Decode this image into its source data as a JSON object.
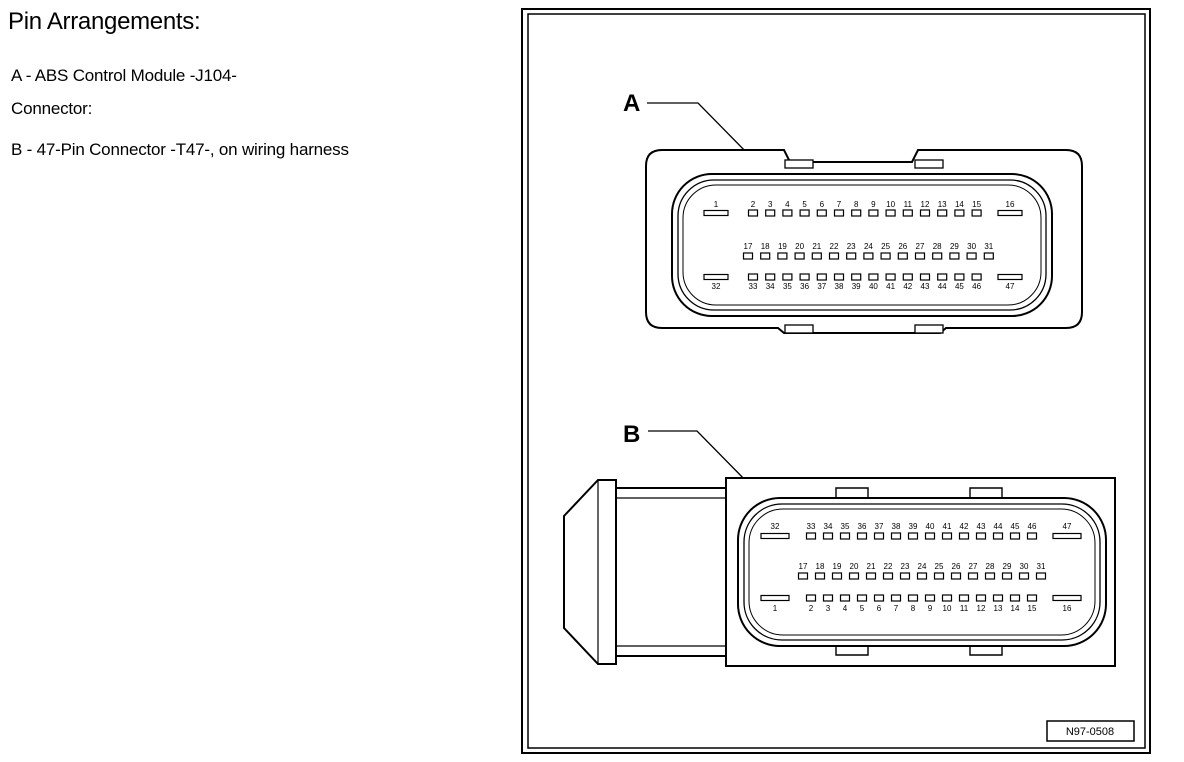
{
  "heading": "Pin Arrangements:",
  "legend": {
    "item_a": "A - ABS Control Module -J104-",
    "item_a_sub": "Connector:",
    "item_b": "B - 47-Pin Connector -T47-, on wiring harness"
  },
  "diagram": {
    "callout_a": "A",
    "callout_b": "B",
    "figure_id": "N97-0508",
    "connector_a": {
      "row1": [
        "1",
        "2",
        "3",
        "4",
        "5",
        "6",
        "7",
        "8",
        "9",
        "10",
        "11",
        "12",
        "13",
        "14",
        "15",
        "16"
      ],
      "row2": [
        "17",
        "18",
        "19",
        "20",
        "21",
        "22",
        "23",
        "24",
        "25",
        "26",
        "27",
        "28",
        "29",
        "30",
        "31"
      ],
      "row3": [
        "32",
        "33",
        "34",
        "35",
        "36",
        "37",
        "38",
        "39",
        "40",
        "41",
        "42",
        "43",
        "44",
        "45",
        "46",
        "47"
      ]
    },
    "connector_b": {
      "row1": [
        "32",
        "33",
        "34",
        "35",
        "36",
        "37",
        "38",
        "39",
        "40",
        "41",
        "42",
        "43",
        "44",
        "45",
        "46",
        "47"
      ],
      "row2": [
        "17",
        "18",
        "19",
        "20",
        "21",
        "22",
        "23",
        "24",
        "25",
        "26",
        "27",
        "28",
        "29",
        "30",
        "31"
      ],
      "row3": [
        "1",
        "2",
        "3",
        "4",
        "5",
        "6",
        "7",
        "8",
        "9",
        "10",
        "11",
        "12",
        "13",
        "14",
        "15",
        "16"
      ]
    }
  }
}
